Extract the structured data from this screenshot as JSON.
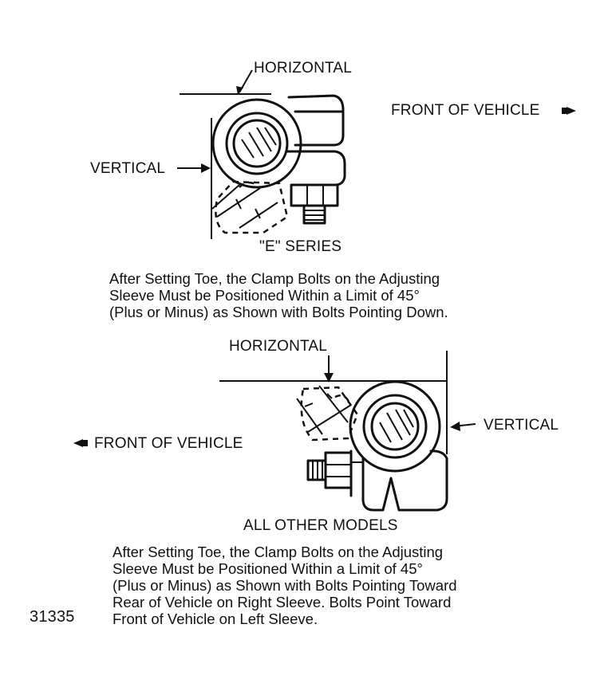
{
  "top_diagram": {
    "horizontal_label": "HORIZONTAL",
    "vertical_label": "VERTICAL",
    "front_label": "FRONT OF VEHICLE",
    "series_label": "\"E\" SERIES",
    "caption": "After Setting Toe, the Clamp Bolts on the Adjusting\nSleeve Must be Positioned Within a Limit of 45°\n(Plus or Minus) as Shown with Bolts Pointing Down."
  },
  "bottom_diagram": {
    "horizontal_label": "HORIZONTAL",
    "vertical_label": "VERTICAL",
    "front_label": "FRONT OF VEHICLE",
    "models_label": "ALL OTHER MODELS",
    "caption": "After Setting Toe, the Clamp Bolts on the Adjusting\nSleeve Must be Positioned Within a Limit of 45°\n(Plus or Minus) as Shown with Bolts Pointing Toward\nRear of Vehicle on Right Sleeve. Bolts Point Toward\nFront of Vehicle on Left Sleeve."
  },
  "figure_number": "31335"
}
